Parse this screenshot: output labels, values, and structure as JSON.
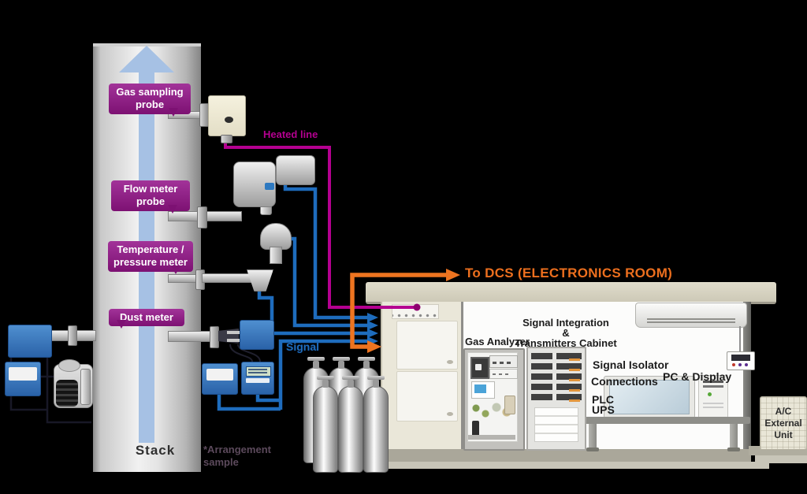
{
  "stack_label": "Stack",
  "probes": [
    {
      "label": "Gas sampling probe"
    },
    {
      "label": "Flow meter probe"
    },
    {
      "label": "Temperature / pressure meter"
    },
    {
      "label": "Dust meter"
    }
  ],
  "annotations": {
    "heated_line": "Heated line",
    "signal": "Signal",
    "to_dcs": "To DCS (ELECTRONICS ROOM)",
    "note": "*Arrangement sample"
  },
  "shelter": {
    "gas_analyzer": "Gas Analyzer",
    "integration_line1": "Signal Integration",
    "integration_line2": "&",
    "integration_line3": "Transmitters Cabinet",
    "signal_isolator": "Signal Isolator",
    "connections": "Connections",
    "plc": "PLC",
    "ups": "UPS",
    "pc_display": "PC & Display",
    "ac_external_unit": "A/C External Unit"
  },
  "colors": {
    "probe_bubble": "#8c1d84",
    "heated_line": "#b40090",
    "signal_line": "#1e6cbd",
    "dcs_line": "#ee7420",
    "stack_arrow": "#a6c1e4"
  }
}
